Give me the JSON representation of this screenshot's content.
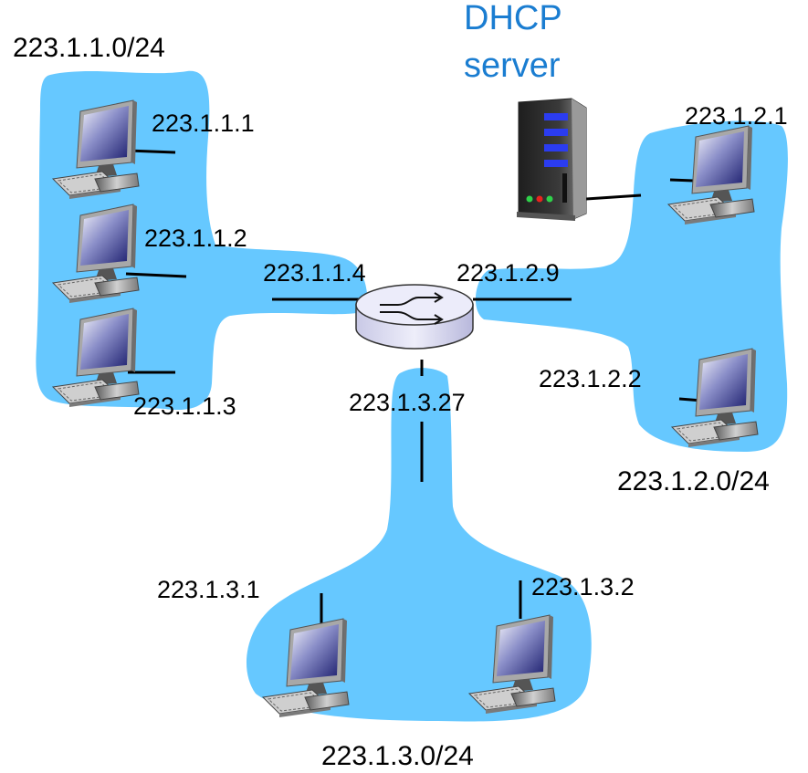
{
  "dhcp_server": {
    "title_line1": "DHCP",
    "title_line2": "server",
    "text_color": "#1a7dd1"
  },
  "colors": {
    "subnet_fill": "#66c8ff",
    "wire": "#000000"
  },
  "subnets": {
    "left": {
      "label": "223.1.1.0/24",
      "hosts": [
        "223.1.1.1",
        "223.1.1.2",
        "223.1.1.3"
      ],
      "router_if": "223.1.1.4"
    },
    "right": {
      "label": "223.1.2.0/24",
      "hosts": [
        "223.1.2.1",
        "223.1.2.2"
      ],
      "router_if": "223.1.2.9"
    },
    "bottom": {
      "label": "223.1.3.0/24",
      "hosts": [
        "223.1.3.1",
        "223.1.3.2"
      ],
      "router_if": "223.1.3.27"
    }
  }
}
